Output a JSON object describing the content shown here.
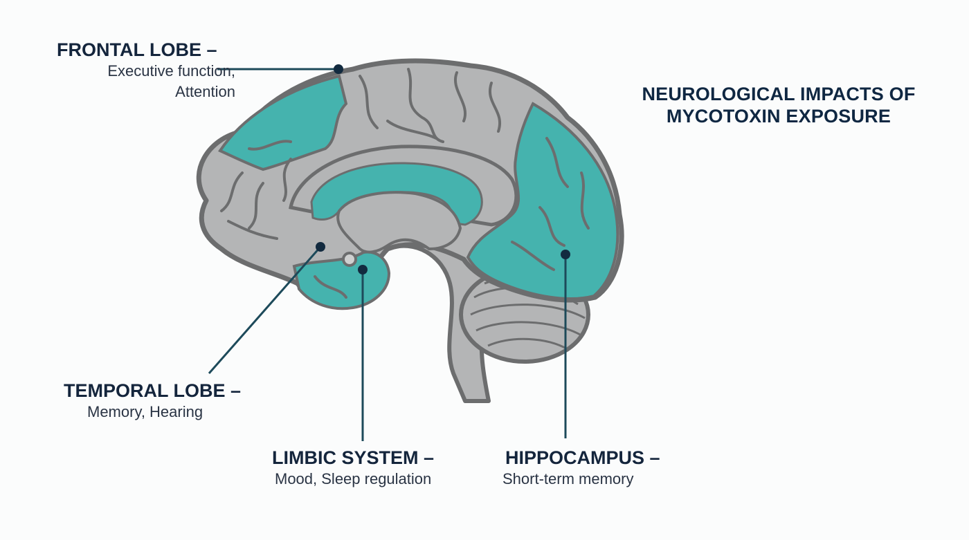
{
  "title": {
    "line1": "NEUROLOGICAL IMPACTS OF",
    "line2": "MYCOTOXIN EXPOSURE"
  },
  "regions": {
    "frontal": {
      "head": "FRONTAL LOBE –",
      "desc1": "Executive function,",
      "desc2": "Attention"
    },
    "temporal": {
      "head": "TEMPORAL LOBE –",
      "desc": "Memory, Hearing"
    },
    "limbic": {
      "head": "LIMBIC SYSTEM –",
      "desc": "Mood, Sleep regulation"
    },
    "hippocampus": {
      "head": "HIPPOCAMPUS –",
      "desc": "Short-term memory"
    }
  },
  "colors": {
    "teal": "#45b3ae",
    "gray": "#b4b5b6",
    "outline": "#6c6d6e",
    "leader": "#1d4a5a",
    "text": "#14253c"
  }
}
